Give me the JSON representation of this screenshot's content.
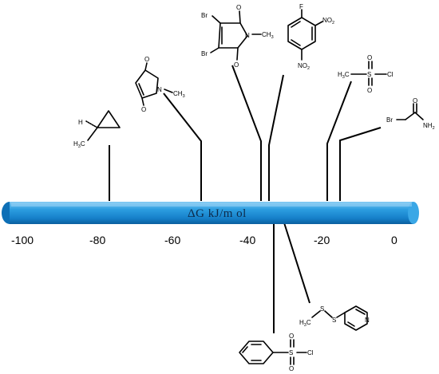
{
  "axis": {
    "title": "ΔG kJ/m ol",
    "ticks": [
      "-100",
      "-80",
      "-60",
      "-40",
      "-20",
      "0"
    ],
    "bar_color": "#1e8fd6"
  },
  "compounds": {
    "epoxide": {
      "h": "H",
      "ch3": "H",
      "ch3_sub": "3",
      "ch3_c": "C"
    },
    "n_methylmaleimide": {
      "o_top": "O",
      "o_bot": "O",
      "n": "N",
      "me": "CH",
      "me_sub": "3"
    },
    "dibromo_maleimide": {
      "br1": "Br",
      "br2": "Br",
      "o_top": "O",
      "o_bot": "O",
      "n": "N",
      "me": "CH",
      "me_sub": "3"
    },
    "fluoro_dinitrobenzene": {
      "f": "F",
      "no2_a": "NO",
      "no2_a_sub": "2",
      "no2_b": "NO",
      "no2_b_sub": "2"
    },
    "mesyl_chloride": {
      "h3c": "H",
      "h3c_sub": "3",
      "h3c_c": "C",
      "s": "S",
      "o1": "O",
      "o2": "O",
      "cl": "Cl"
    },
    "bromoacetamide": {
      "br": "Br",
      "o": "O",
      "nh2": "NH",
      "nh2_sub": "2"
    },
    "pyridyl_disulfide": {
      "h3c": "H",
      "h3c_sub": "3",
      "h3c_c": "C",
      "s1": "S",
      "s2": "S",
      "n": "N"
    },
    "benzenesulfonyl_chloride": {
      "s": "S",
      "o1": "O",
      "o2": "O",
      "cl": "Cl"
    }
  }
}
